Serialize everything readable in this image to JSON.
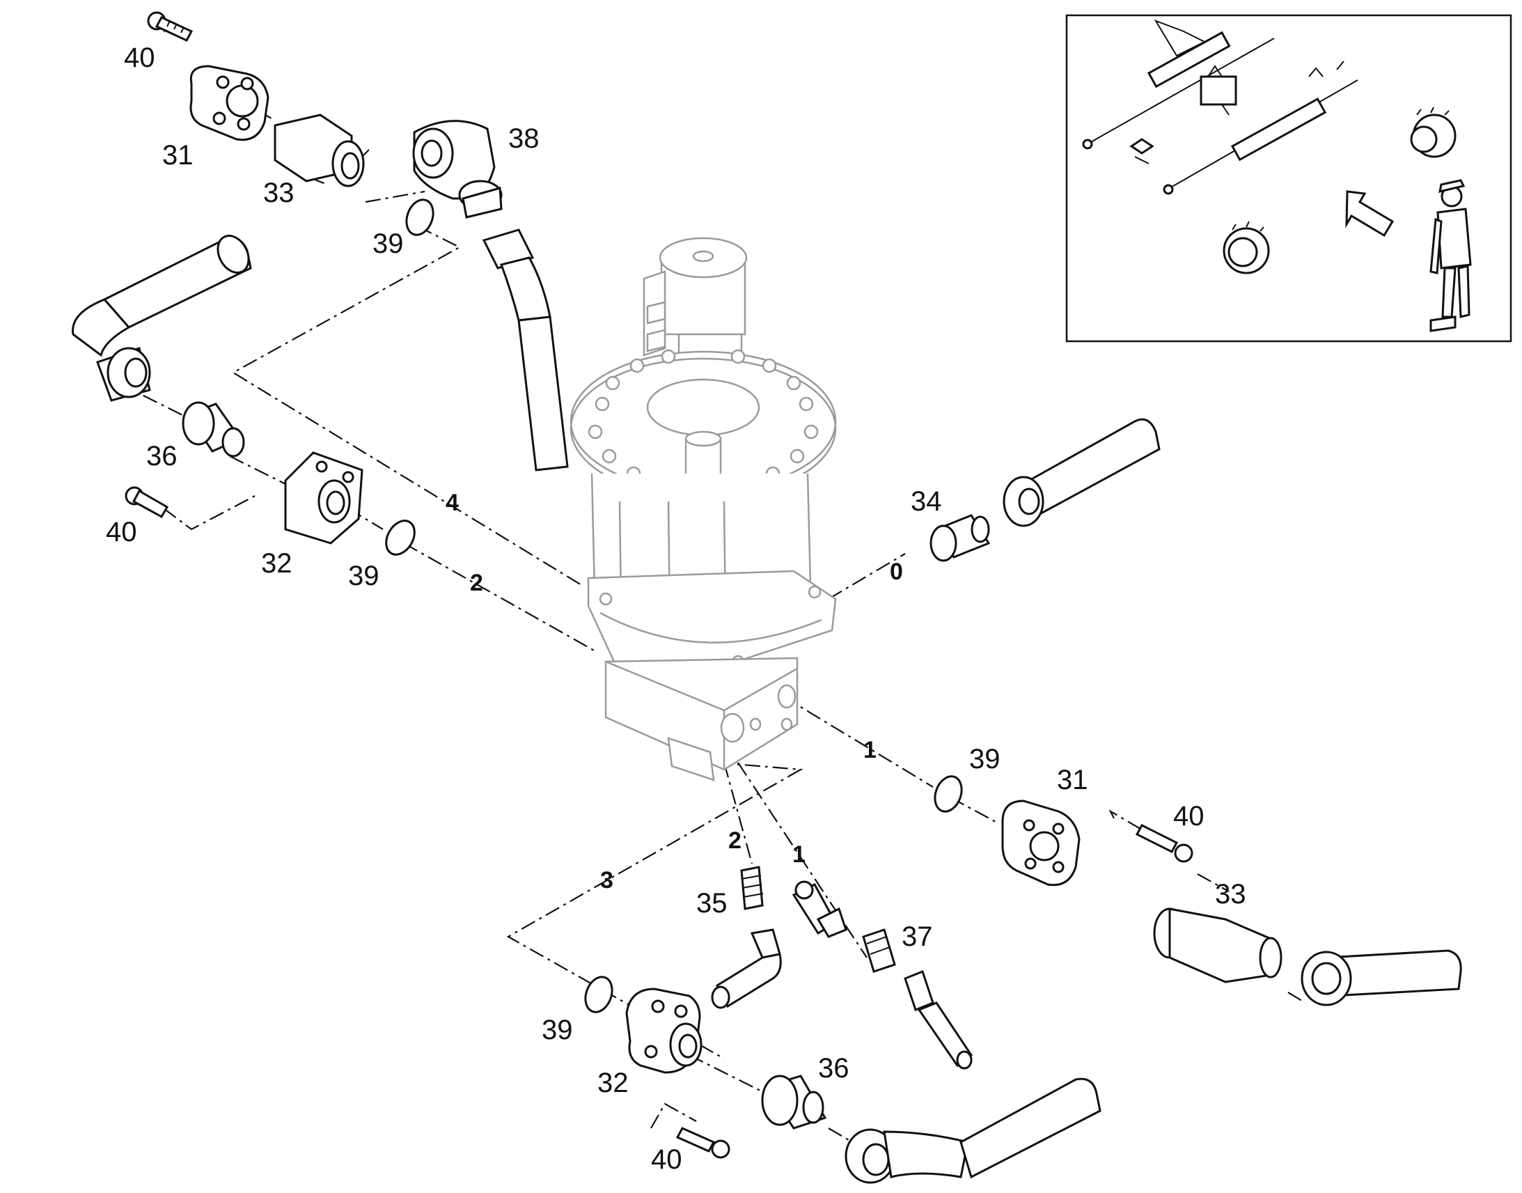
{
  "diagram": {
    "callouts": [
      {
        "id": "c40a",
        "text": "40"
      },
      {
        "id": "c31a",
        "text": "31"
      },
      {
        "id": "c33a",
        "text": "33"
      },
      {
        "id": "c38",
        "text": "38"
      },
      {
        "id": "c39a",
        "text": "39"
      },
      {
        "id": "c36a",
        "text": "36"
      },
      {
        "id": "c40b",
        "text": "40"
      },
      {
        "id": "c32a",
        "text": "32"
      },
      {
        "id": "c39b",
        "text": "39"
      },
      {
        "id": "c34",
        "text": "34"
      },
      {
        "id": "c39c",
        "text": "39"
      },
      {
        "id": "c31b",
        "text": "31"
      },
      {
        "id": "c40c",
        "text": "40"
      },
      {
        "id": "c33b",
        "text": "33"
      },
      {
        "id": "c35",
        "text": "35"
      },
      {
        "id": "c37",
        "text": "37"
      },
      {
        "id": "c39d",
        "text": "39"
      },
      {
        "id": "c32b",
        "text": "32"
      },
      {
        "id": "c36b",
        "text": "36"
      },
      {
        "id": "c40d",
        "text": "40"
      }
    ],
    "ports": [
      {
        "id": "p4",
        "text": "4"
      },
      {
        "id": "p2a",
        "text": "2"
      },
      {
        "id": "p0",
        "text": "0"
      },
      {
        "id": "p1a",
        "text": "1"
      },
      {
        "id": "p2b",
        "text": "2"
      },
      {
        "id": "p1b",
        "text": "1"
      },
      {
        "id": "p3",
        "text": "3"
      }
    ]
  },
  "colors": {
    "line": "#111111",
    "motor": "#9a9a9a",
    "background": "#ffffff"
  }
}
